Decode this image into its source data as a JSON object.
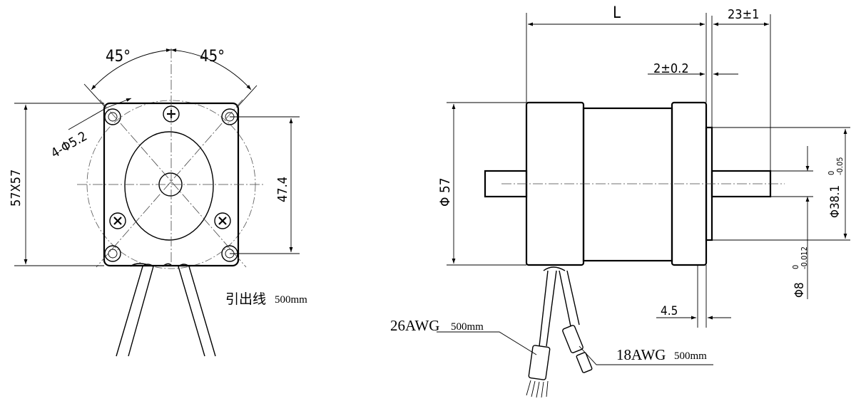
{
  "front_view": {
    "angle_left": "45°",
    "angle_right": "45°",
    "hole_callout": "4-Φ5.2",
    "outline_dim": "57X57",
    "hole_pitch_dim": "47.4",
    "lead_wire_label": "引出线",
    "lead_wire_length": "500mm"
  },
  "side_view": {
    "length_dim": "L",
    "shaft_length_dim": "23±1",
    "boss_height_dim": "2±0.2",
    "body_diameter_dim": "Φ 57",
    "pilot_diameter_dim": "Φ38.1",
    "pilot_tolerance_upper": "0",
    "pilot_tolerance_lower": "-0.05",
    "shaft_diameter_dim": "Φ8",
    "shaft_tolerance_upper": "0",
    "shaft_tolerance_lower": "-0.012",
    "flange_thickness_dim": "4.5",
    "wire_a_gauge": "26AWG",
    "wire_a_length": "500mm",
    "wire_b_gauge": "18AWG",
    "wire_b_length": "500mm"
  }
}
